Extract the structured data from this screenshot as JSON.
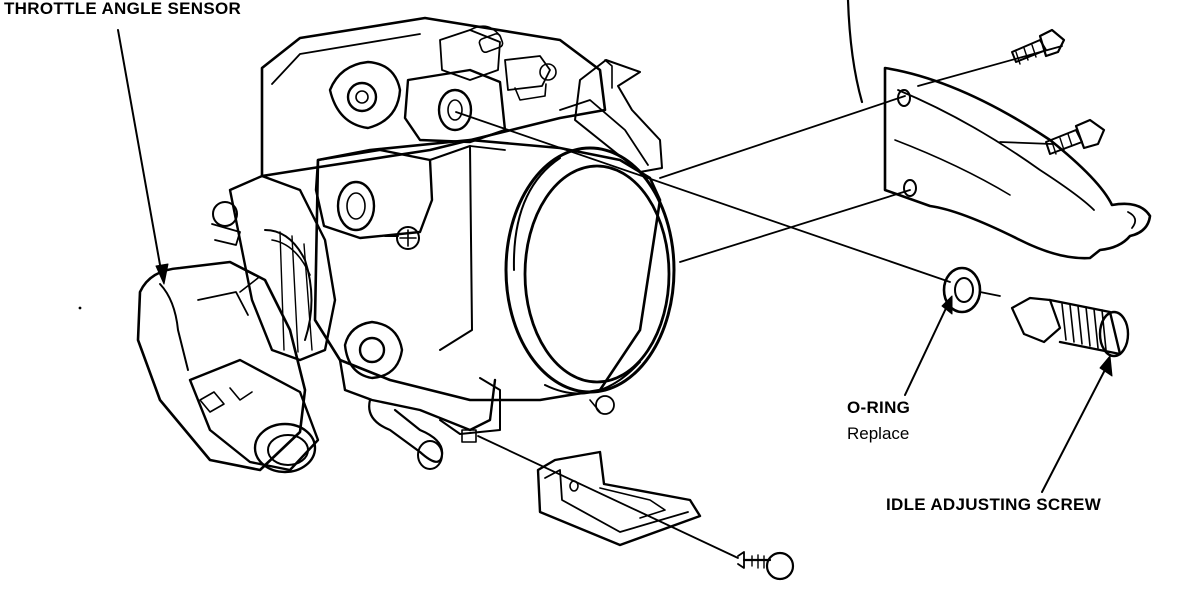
{
  "labels": {
    "throttle_angle_sensor": "THROTTLE ANGLE SENSOR",
    "o_ring": "O-RING",
    "o_ring_note": "Replace",
    "idle_adjusting_screw": "IDLE ADJUSTING SCREW"
  },
  "colors": {
    "line": "#000000",
    "background": "#ffffff"
  }
}
